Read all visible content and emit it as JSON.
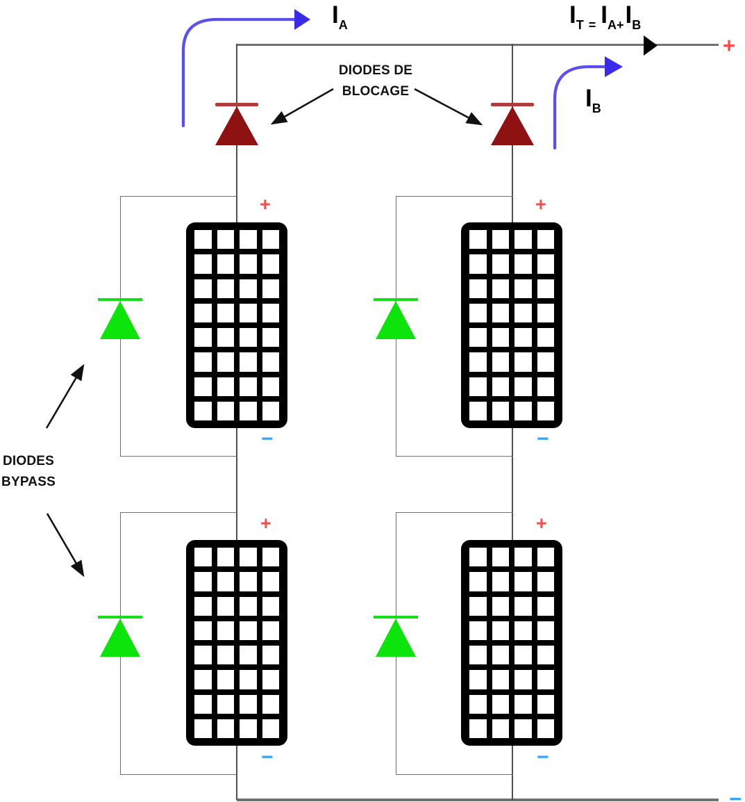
{
  "diagram": {
    "title": "PV array with blocking and bypass diodes",
    "type": "circuit-schematic"
  },
  "annotations": {
    "blocking": {
      "line1": "DIODES DE",
      "line2": "BLOCAGE"
    },
    "bypass": {
      "line1": "DIODES",
      "line2": "BYPASS"
    }
  },
  "currents": {
    "ia": {
      "main": "I",
      "sub": "A"
    },
    "ib": {
      "main": "I",
      "sub": "B"
    },
    "it": [
      {
        "t": "I",
        "s": "T"
      },
      {
        "s": "="
      },
      {
        "t": "I",
        "s": "A+"
      },
      {
        "t": "I",
        "s": "B"
      }
    ]
  },
  "output": {
    "plus": "+",
    "minus": "−"
  },
  "strings": [
    {
      "name": "A",
      "panels": [
        {
          "plus": "+",
          "minus": "−"
        },
        {
          "plus": "+",
          "minus": "−"
        }
      ]
    },
    {
      "name": "B",
      "panels": [
        {
          "plus": "+",
          "minus": "−"
        },
        {
          "plus": "+",
          "minus": "−"
        }
      ]
    }
  ],
  "colors": {
    "blocking_diode": "#8E1212",
    "bypass_diode": "#0CE40C",
    "wire": "#6f6f6f",
    "current_arrow": "#5C4FF0",
    "current_arrowhead": "#3A2BEB",
    "plus": "#F84C4C",
    "minus": "#35A3FF",
    "panel_frame": "#000000"
  }
}
